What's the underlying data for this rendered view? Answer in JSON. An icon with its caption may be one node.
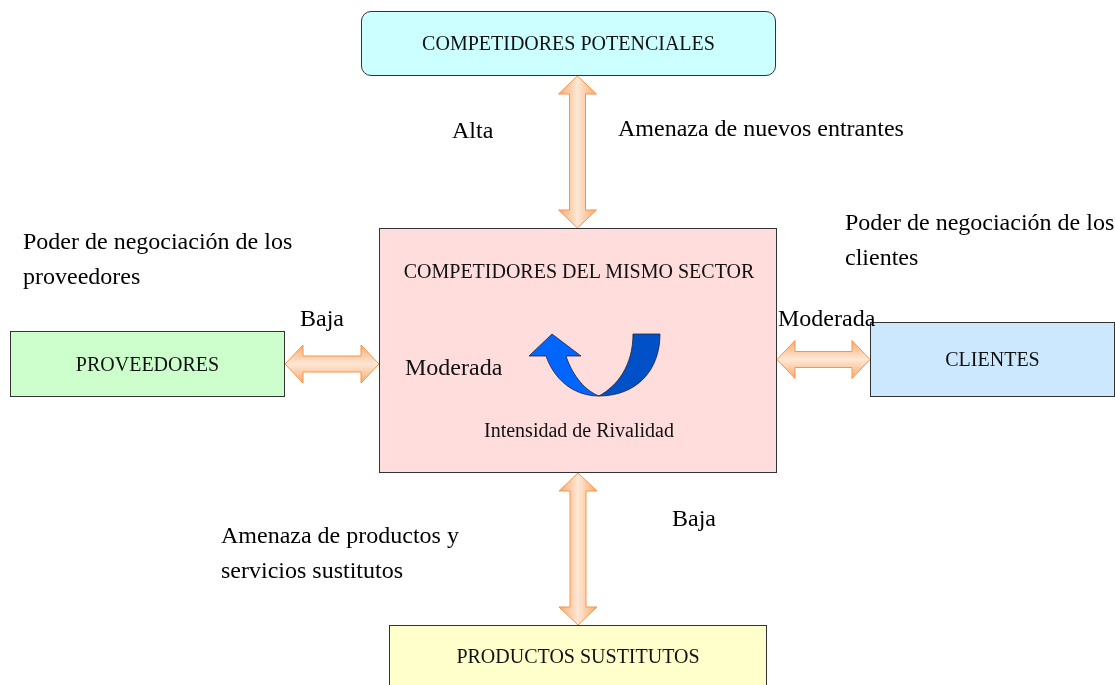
{
  "diagram": {
    "nodes": [
      {
        "text": [
          "COMPETIDORES  POTENCIALES"
        ]
      },
      {
        "text": [
          "PROVEEDORES"
        ]
      },
      {
        "text": [
          "COMPETIDORES  DEL MISMO SECTOR",
          "Moderada",
          "Intensidad  de Rivalidad"
        ]
      },
      {
        "text": [
          "CLIENTES"
        ]
      },
      {
        "text": [
          "PRODUCTOS SUSTITUTOS"
        ]
      }
    ],
    "edges": [
      {
        "from": 0,
        "to": 2,
        "arrow": "both"
      },
      {
        "from": 1,
        "to": 2,
        "arrow": "both"
      },
      {
        "from": 2,
        "to": 3,
        "arrow": "both"
      },
      {
        "from": 2,
        "to": 4,
        "arrow": "both"
      }
    ],
    "labels": [
      "Alta",
      "Amenaza de nuevos entrantes",
      "Poder de negociación de los clientes",
      "Poder de negociación de los proveedores",
      "Baja",
      "Moderada",
      "Baja",
      "Amenaza de productos y servicios sustitutos"
    ]
  }
}
